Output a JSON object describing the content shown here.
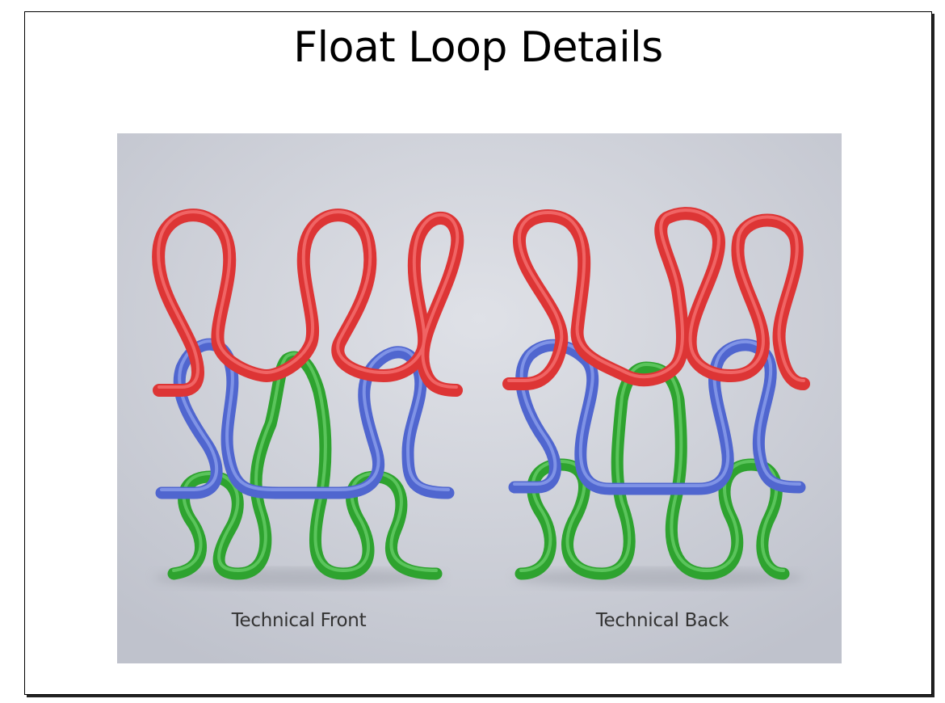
{
  "slide": {
    "title": "Float Loop Details"
  },
  "figure": {
    "captions": {
      "front": "Technical Front",
      "back": "Technical Back"
    },
    "colors": {
      "row_top": "#e23a3a",
      "row_middle": "#5a72d8",
      "row_bottom": "#33b535",
      "backdrop": "#cdd0d9"
    }
  }
}
